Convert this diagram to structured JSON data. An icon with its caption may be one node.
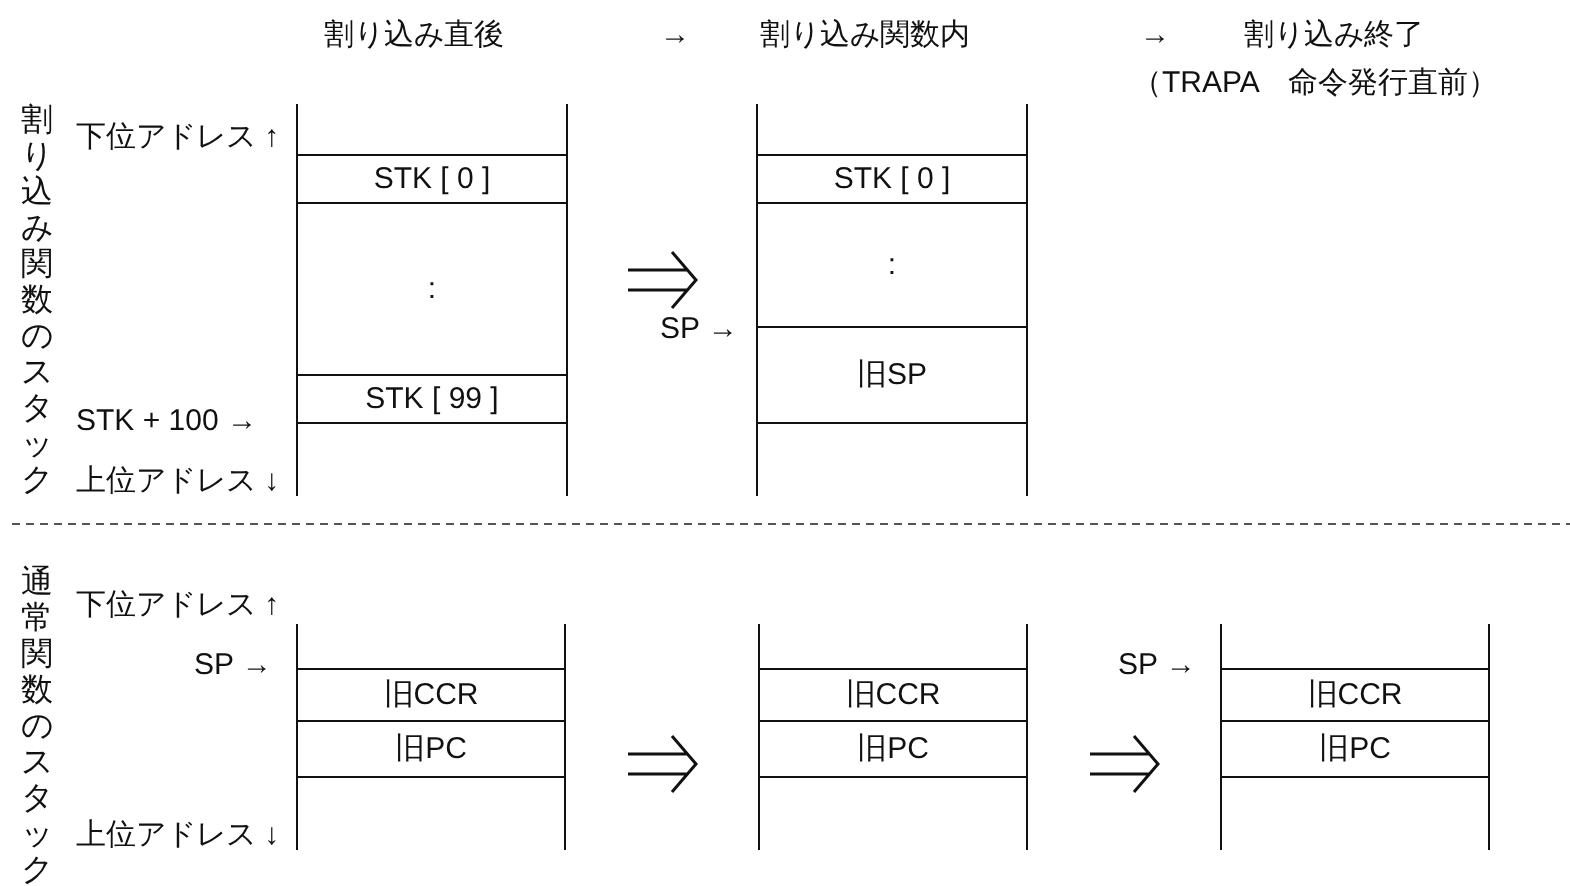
{
  "diagram": {
    "nodes": [
      {
        "text": [],
        "shape": "box"
      },
      {
        "text": [
          "STK [ 0 ]"
        ],
        "in": 0
      },
      {
        "text": [
          ":"
        ],
        "in": 0
      },
      {
        "text": [
          "STK [ 99 ]"
        ],
        "in": 0
      },
      {
        "text": [],
        "shape": "box"
      },
      {
        "text": [
          "STK [ 0 ]"
        ],
        "in": 4
      },
      {
        "text": [
          ":"
        ],
        "in": 4
      },
      {
        "text": [
          "旧SP"
        ],
        "in": 4
      },
      {
        "text": [],
        "shape": "box"
      },
      {
        "text": [
          "旧CCR"
        ],
        "in": 8
      },
      {
        "text": [
          "旧PC"
        ],
        "in": 8
      },
      {
        "text": [],
        "shape": "box"
      },
      {
        "text": [
          "旧CCR"
        ],
        "in": 11
      },
      {
        "text": [
          "旧PC"
        ],
        "in": 11
      },
      {
        "text": [],
        "shape": "box"
      },
      {
        "text": [
          "旧CCR"
        ],
        "in": 14
      },
      {
        "text": [
          "旧PC"
        ],
        "in": 14
      }
    ],
    "edges": [
      {
        "from": 0,
        "to": 4,
        "arrow": "to"
      },
      {
        "from": 8,
        "to": 11,
        "arrow": "to"
      },
      {
        "from": 11,
        "to": 14,
        "arrow": "to"
      }
    ],
    "labels": [
      "割り込み直後",
      "→",
      "割り込み関数内",
      "→",
      "割り込み終了",
      "（TRAPA　命令発行直前）",
      "割り込み関数のスタック",
      "下位アドレス ↑",
      "SP →",
      "STK + 100 →",
      "上位アドレス ↓",
      "通常関数のスタック",
      "下位アドレス ↑",
      "SP →",
      "SP →",
      "上位アドレス ↓"
    ]
  }
}
